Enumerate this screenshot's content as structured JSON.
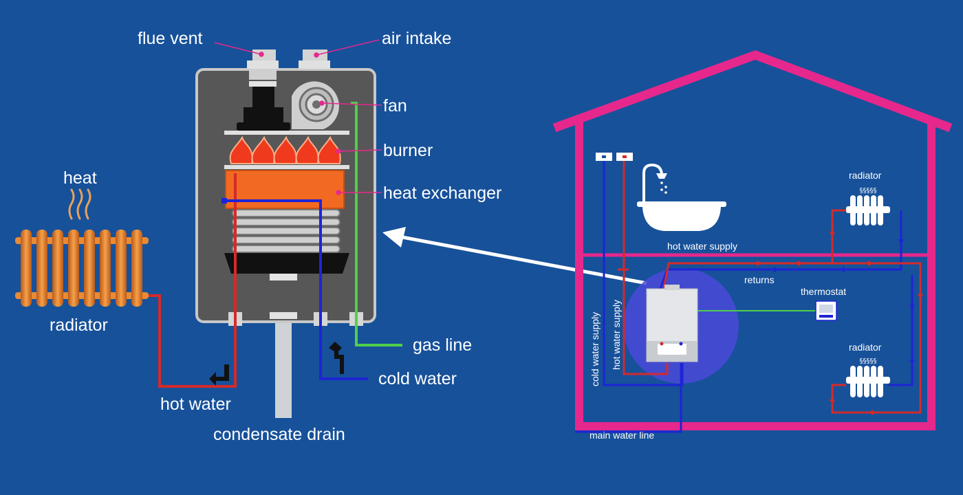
{
  "labels": {
    "flue_vent": "flue vent",
    "air_intake": "air intake",
    "fan": "fan",
    "burner": "burner",
    "heat_exchanger": "heat exchanger",
    "gas_line": "gas line",
    "cold_water": "cold water",
    "condensate_drain": "condensate drain",
    "hot_water": "hot water",
    "heat": "heat",
    "radiator": "radiator"
  },
  "house": {
    "radiator_top": "radiator",
    "radiator_bottom": "radiator",
    "hot_water_supply": "hot water supply",
    "returns": "returns",
    "thermostat": "thermostat",
    "cold_water_supply": "cold water supply",
    "hot_water_supply_vertical": "hot water supply",
    "main_water_line": "main water line"
  },
  "colors": {
    "background": "#17519a",
    "roof": "#e6288c",
    "hot_pipe": "#d42a2a",
    "cold_pipe": "#1d24d6",
    "gas_pipe": "#4fd04a",
    "heat_exchanger": "#f26a21",
    "flame": "#ef3a1e",
    "leader_line": "#e6288c"
  }
}
